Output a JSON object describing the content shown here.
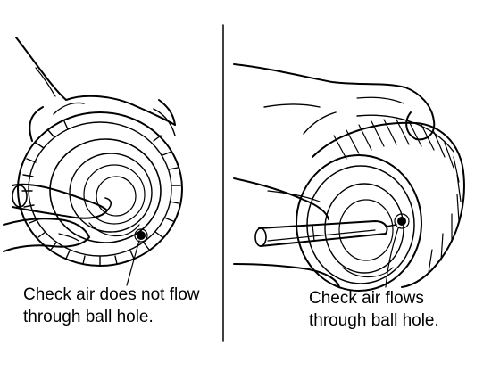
{
  "panels": [
    {
      "caption_line1": "Check air does not flow",
      "caption_line2": "through ball hole."
    },
    {
      "caption_line1": "Check air flows",
      "caption_line2": "through ball hole."
    }
  ],
  "colors": {
    "ink": "#000000",
    "paper": "#ffffff"
  },
  "icons": [
    "hand-icon",
    "gear-drum-icon",
    "air-nozzle-icon",
    "ball-hole-icon"
  ]
}
